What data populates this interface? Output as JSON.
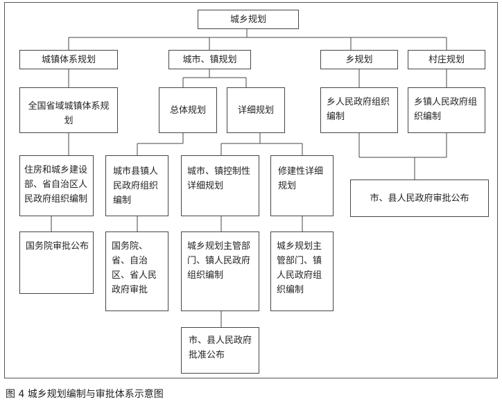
{
  "root": "城乡规划",
  "level1": {
    "town_system": "城镇体系规划",
    "city_town": "城市、镇规划",
    "township": "乡规划",
    "village": "村庄规划"
  },
  "town_system_branch": {
    "type": "全国省域城镇体系规划",
    "preparer": "住房和城乡建设部、省自治区人民政府组织编制",
    "approver": "国务院审批公布"
  },
  "city_town_branch": {
    "master": "总体规划",
    "detailed": "详细规划",
    "master_preparer": "城市县镇人民政府组织编制",
    "master_approver": "国务院、省、自治区、省人民政府审批",
    "regulatory": "城市、镇控制性详细规划",
    "regulatory_preparer": "城乡规划主管部门、镇人民政府组织编制",
    "regulatory_approver": "市、县人民政府批准公布",
    "constructive": "修建性详细规划",
    "constructive_preparer": "城乡规划主管部门、镇人民政府组织编制"
  },
  "township_village_branch": {
    "township_preparer": "乡人民政府组织编制",
    "village_preparer": "乡镇人民政府组织编制",
    "approver": "市、县人民政府审批公布"
  },
  "caption": "图 4  城乡规划编制与审批体系示意图"
}
